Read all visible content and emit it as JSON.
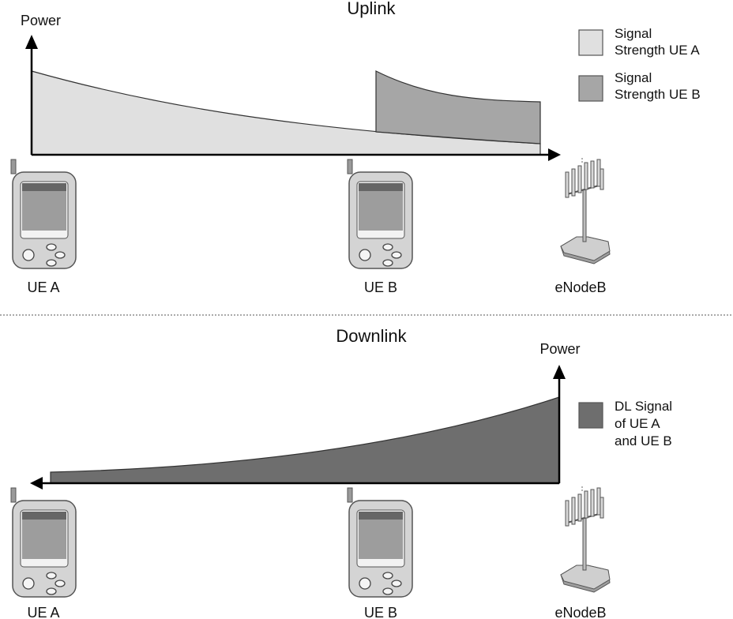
{
  "uplink": {
    "title": "Uplink",
    "axis_label": "Power",
    "legend": [
      {
        "line1": "Signal",
        "line2": "Strength UE A",
        "color": "#e0e0e0"
      },
      {
        "line1": "Signal",
        "line2": "Strength UE B",
        "color": "#a6a6a6"
      }
    ],
    "devices": {
      "ue_a": "UE A",
      "ue_b": "UE B",
      "enodeb": "eNodeB"
    }
  },
  "downlink": {
    "title": "Downlink",
    "axis_label": "Power",
    "legend": [
      {
        "line1": "DL Signal",
        "line2": "of UE A",
        "line3": "and  UE B",
        "color": "#6e6e6e"
      }
    ],
    "devices": {
      "ue_a": "UE A",
      "ue_b": "UE B",
      "enodeb": "eNodeB"
    }
  }
}
